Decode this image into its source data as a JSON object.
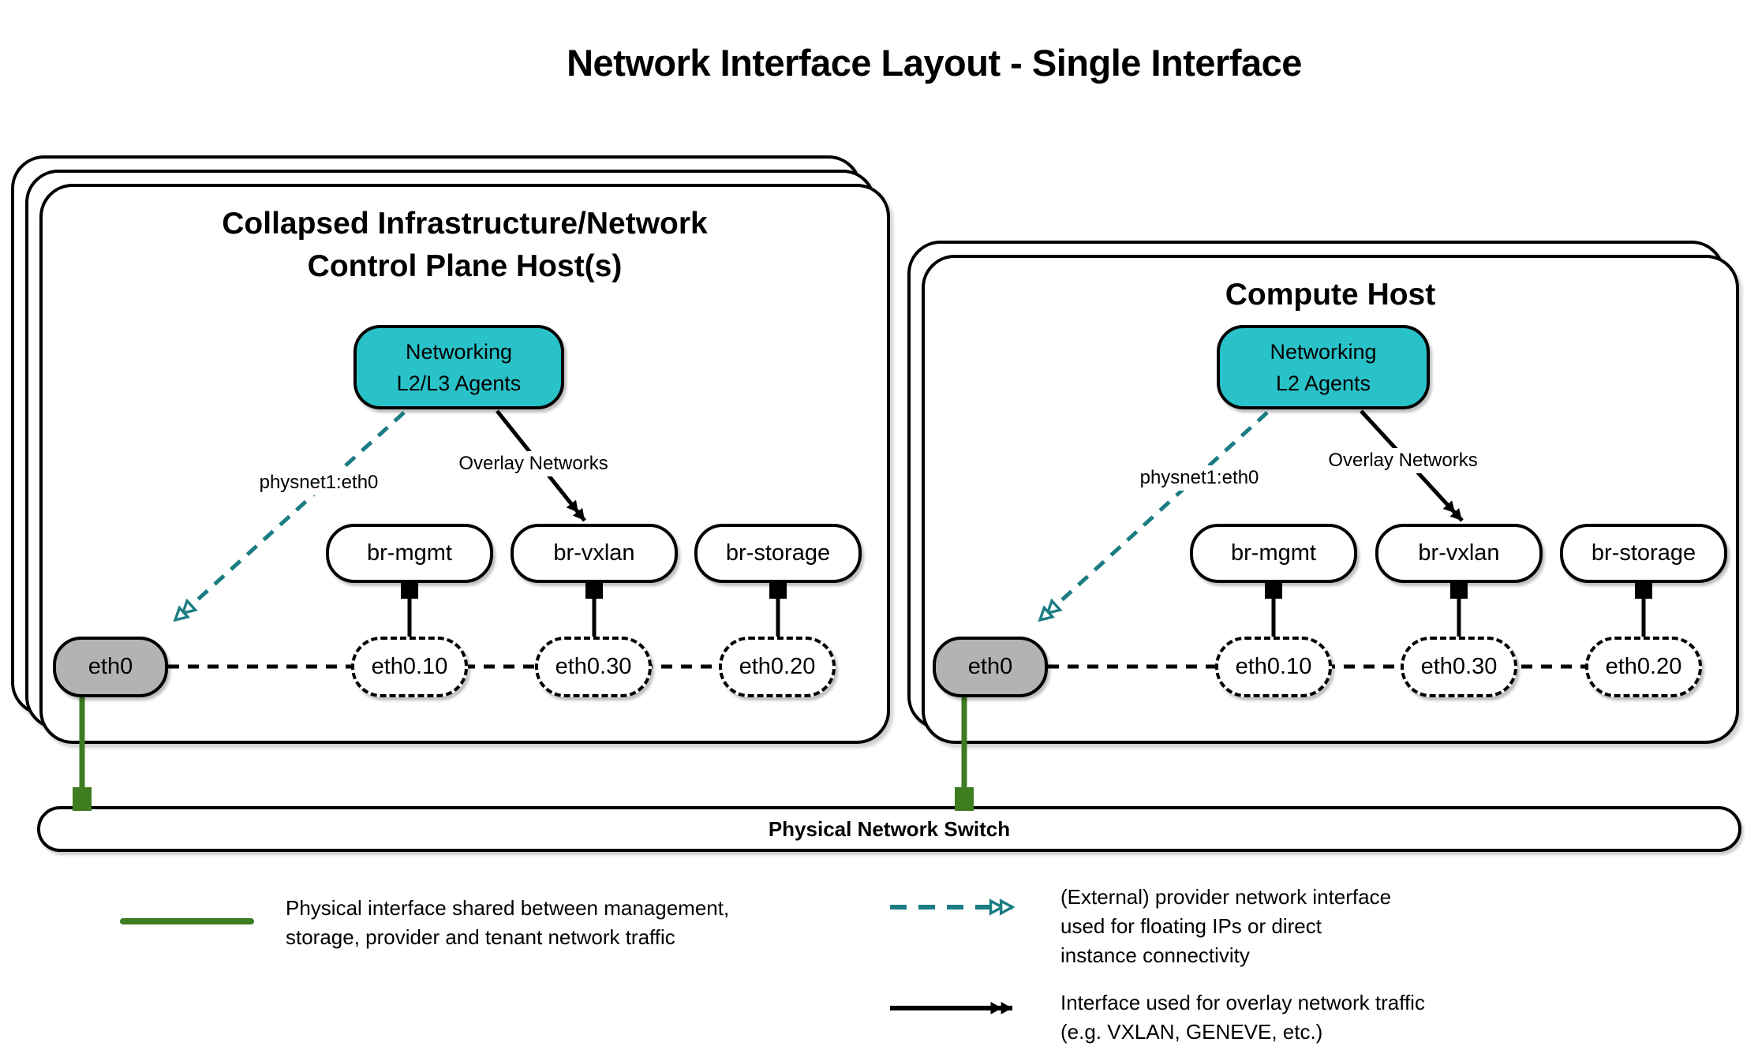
{
  "title": "Network Interface Layout - Single Interface",
  "colors": {
    "teal_fill": "#29C2C9",
    "teal_stroke": "#1B7D83",
    "green": "#3E7C20",
    "node_gray": "#B3B3B3"
  },
  "hosts": [
    {
      "title_lines": [
        "Collapsed Infrastructure/Network",
        "Control Plane Host(s)"
      ],
      "agent_lines": [
        "Networking",
        "L2/L3 Agents"
      ],
      "provider_label": "physnet1:eth0",
      "overlay_label": "Overlay Networks",
      "bridges": [
        "br-mgmt",
        "br-vxlan",
        "br-storage"
      ],
      "phys_if": "eth0",
      "vlans": [
        "eth0.10",
        "eth0.30",
        "eth0.20"
      ]
    },
    {
      "title_lines": [
        "Compute Host"
      ],
      "agent_lines": [
        "Networking",
        "L2 Agents"
      ],
      "provider_label": "physnet1:eth0",
      "overlay_label": "Overlay Networks",
      "bridges": [
        "br-mgmt",
        "br-vxlan",
        "br-storage"
      ],
      "phys_if": "eth0",
      "vlans": [
        "eth0.10",
        "eth0.30",
        "eth0.20"
      ]
    }
  ],
  "switch": {
    "label": "Physical Network Switch"
  },
  "legend": [
    {
      "lines": [
        "Physical interface shared between management,",
        "storage, provider and tenant network traffic"
      ]
    },
    {
      "lines": [
        "(External) provider network interface",
        "used for floating IPs or direct",
        "instance connectivity"
      ]
    },
    {
      "lines": [
        "Interface used for overlay network traffic",
        "(e.g. VXLAN, GENEVE, etc.)"
      ]
    }
  ]
}
